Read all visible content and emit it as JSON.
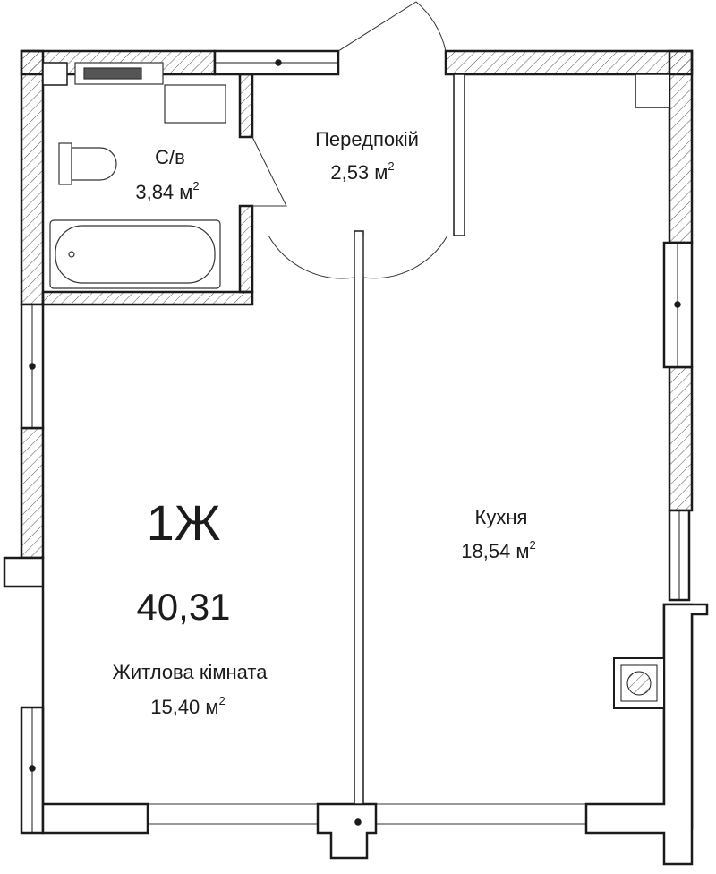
{
  "apartment": {
    "type": "1Ж",
    "total_area": "40,31"
  },
  "rooms": [
    {
      "id": "bathroom",
      "name": "С/в",
      "area": "3,84 м",
      "sup": "2"
    },
    {
      "id": "hallway",
      "name": "Передпокій",
      "area": "2,53 м",
      "sup": "2"
    },
    {
      "id": "kitchen",
      "name": "Кухня",
      "area": "18,54 м",
      "sup": "2"
    },
    {
      "id": "living",
      "name": "Житлова кімната",
      "area": "15,40 м",
      "sup": "2"
    }
  ],
  "colors": {
    "wall": "#1b1b1b",
    "hatch": "#555555",
    "line": "#333333",
    "background": "#ffffff"
  }
}
